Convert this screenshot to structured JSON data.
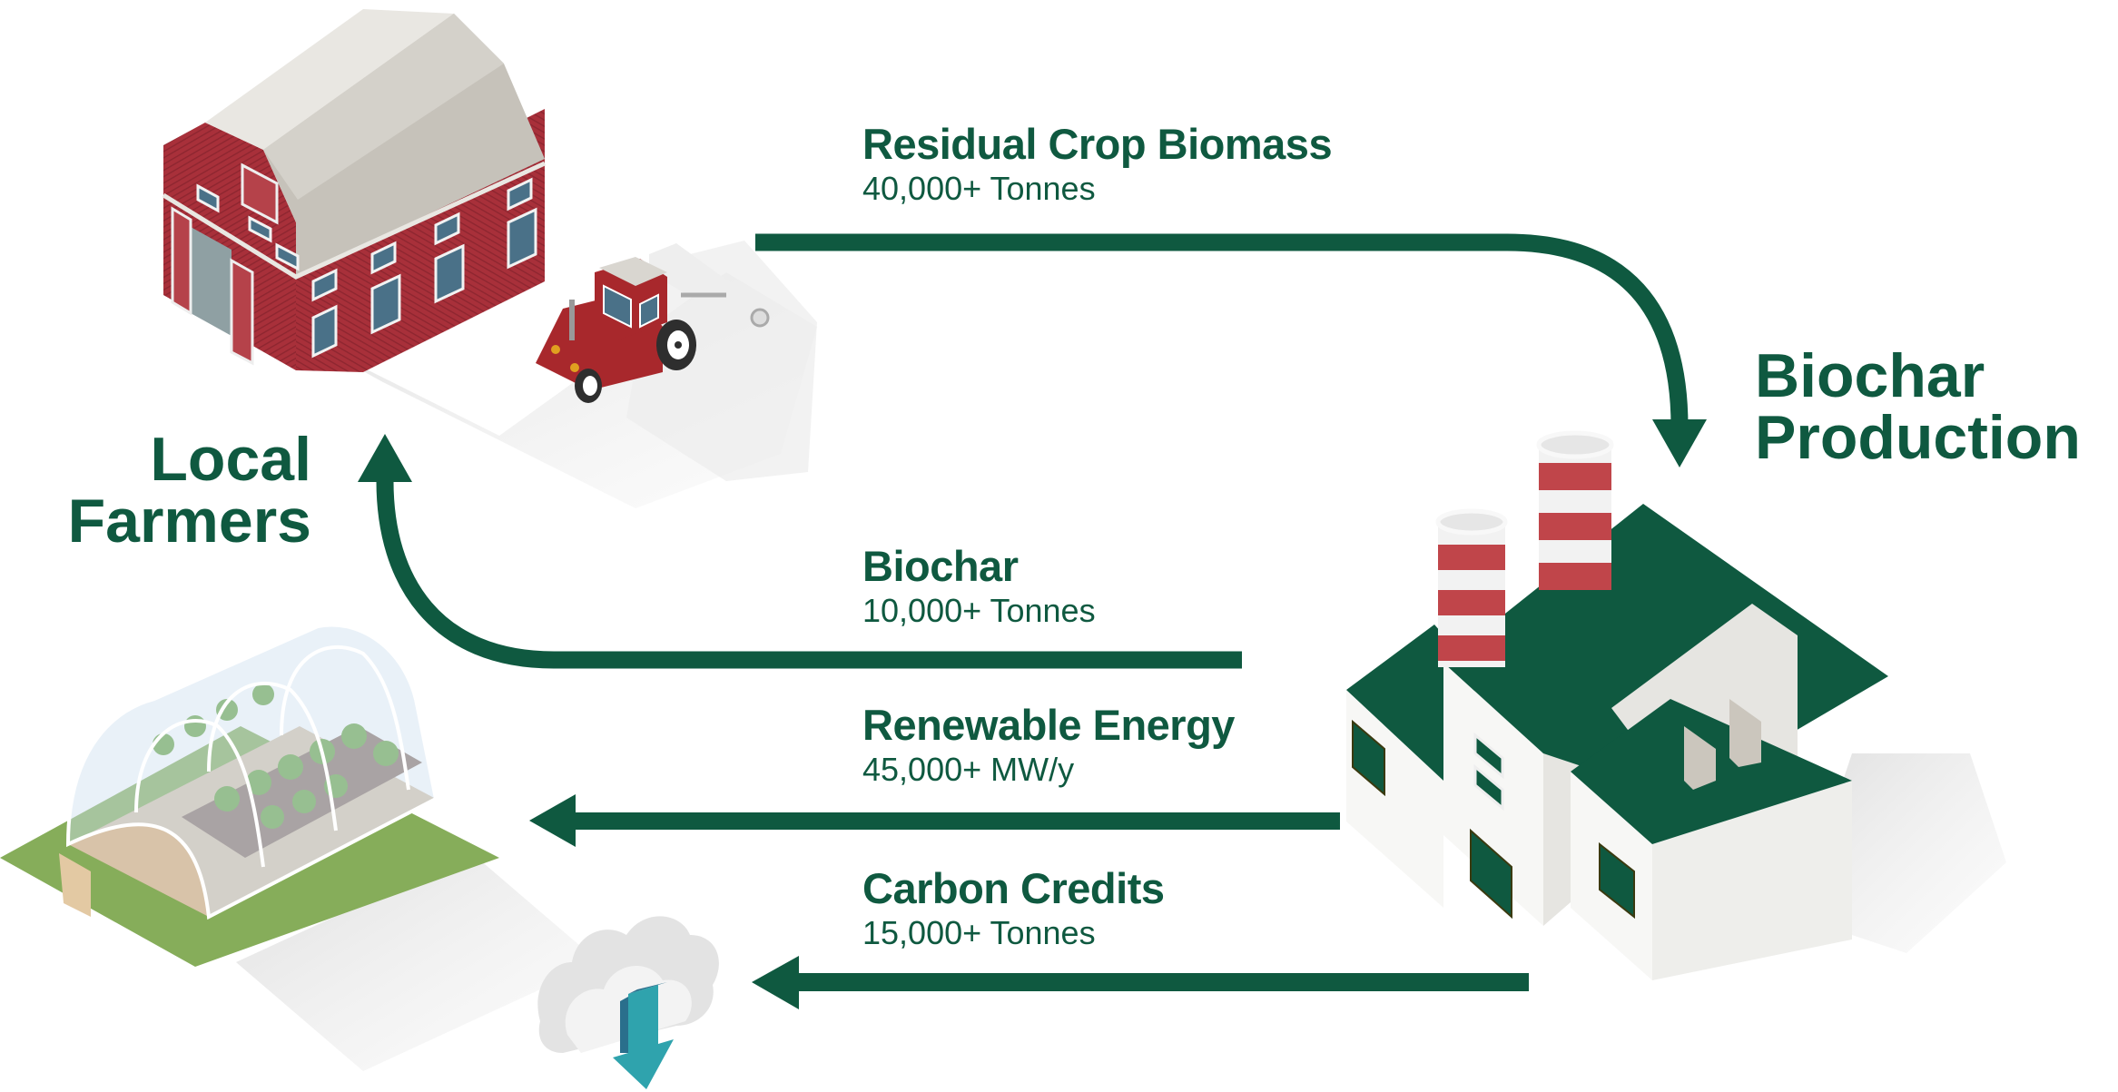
{
  "colors": {
    "arrow": "#0f5940",
    "text": "#0f5940",
    "barn_red": "#a8303a",
    "roof_gray": "#c9c6bf",
    "window_blue": "#4a7188",
    "factory_roof": "#0f5940",
    "factory_wall": "#f2f2f0",
    "chimney_red": "#c0454a",
    "greenhouse_grass": "#86ad5a",
    "cloud_gray": "#e3e3e3",
    "download_teal": "#2fa3ad"
  },
  "nodes": {
    "farmers": {
      "line1": "Local",
      "line2": "Farmers",
      "icon": "barn-tractor-illustration"
    },
    "production": {
      "line1": "Biochar",
      "line2": "Production",
      "icon": "factory-illustration"
    },
    "greenhouse": {
      "icon": "greenhouse-illustration"
    },
    "carbon_market": {
      "icon": "cloud-download-illustration"
    }
  },
  "flows": [
    {
      "id": "residual-crop-biomass",
      "title": "Residual Crop Biomass",
      "amount": "40,000+ Tonnes",
      "from": "Local Farmers",
      "to": "Biochar Production"
    },
    {
      "id": "biochar",
      "title": "Biochar",
      "amount": "10,000+ Tonnes",
      "from": "Biochar Production",
      "to": "Local Farmers"
    },
    {
      "id": "renewable-energy",
      "title": "Renewable Energy",
      "amount": "45,000+ MW/y",
      "from": "Biochar Production",
      "to": "Greenhouse"
    },
    {
      "id": "carbon-credits",
      "title": "Carbon Credits",
      "amount": "15,000+ Tonnes",
      "from": "Biochar Production",
      "to": "Carbon Market"
    }
  ]
}
